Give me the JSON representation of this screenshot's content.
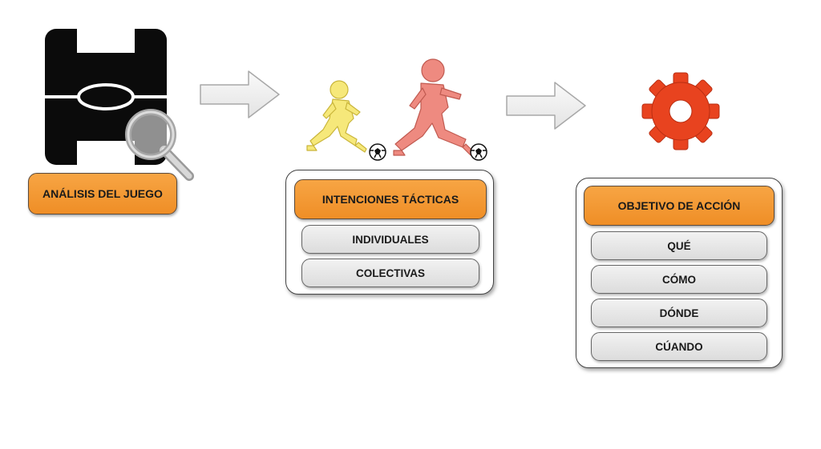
{
  "analysis": {
    "label": "ANÁLISIS DEL JUEGO",
    "icon": "soccer-field-magnifier-icon"
  },
  "intentions": {
    "label": "INTENCIONES TÁCTICAS",
    "icon": "children-playing-soccer-icon",
    "items": [
      "INDIVIDUALES",
      "COLECTIVAS"
    ]
  },
  "objective": {
    "label": "OBJETIVO DE ACCIÓN",
    "icon": "gear-icon",
    "items": [
      "QUÉ",
      "CÓMO",
      "DÓNDE",
      "CÚANDO"
    ]
  },
  "colors": {
    "orange": "#f39a35",
    "grey": "#e4e4e4",
    "gear": "#e8431f",
    "child_small": "#f6e87a",
    "child_big": "#ee8a80",
    "arrow": "#efefef"
  }
}
